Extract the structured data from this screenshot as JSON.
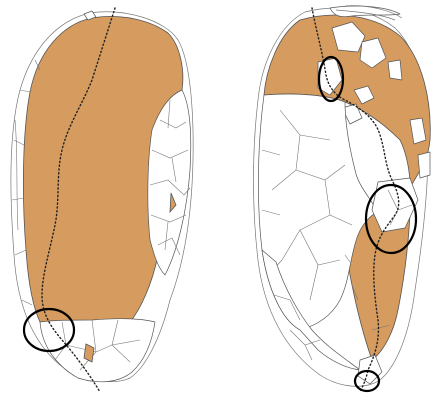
{
  "figure": {
    "colors": {
      "fill": "#D69B5E",
      "background": "#FFFFFF",
      "line": "#555555",
      "marker": "#000000"
    },
    "panels": [
      {
        "id": "left",
        "circled_regions": 1
      },
      {
        "id": "right",
        "circled_regions": 3
      }
    ]
  }
}
